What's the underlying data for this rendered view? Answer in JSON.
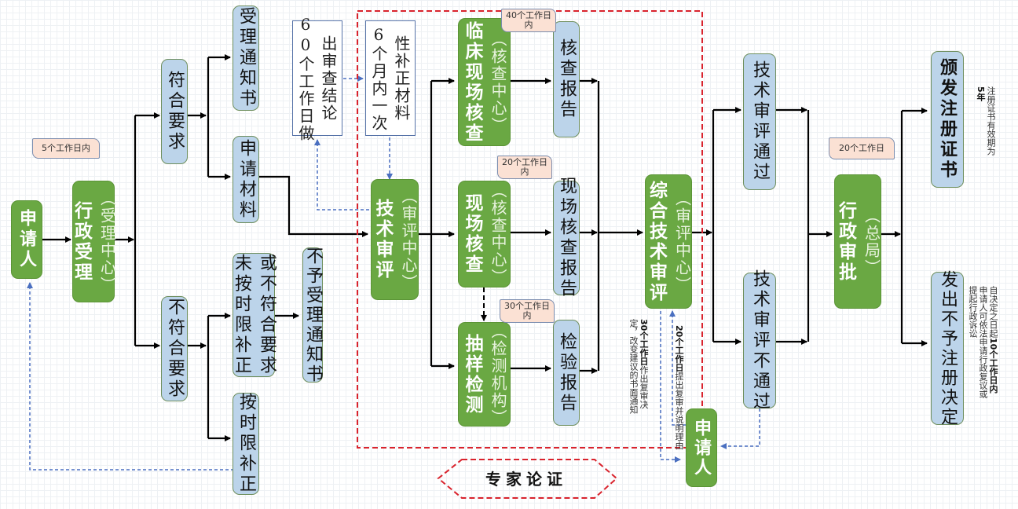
{
  "nodes": {
    "applicant_left": "申请人",
    "admin_accept": {
      "main": "行政受理",
      "sub": "（受理中心）"
    },
    "meets_req": "符合要求",
    "not_meets_req": "不符合要求",
    "accept_notice": "受理通知书",
    "application_materials": "申请材料",
    "not_supplemented": {
      "col1": "未按时限补正",
      "col2": "或不符合要求"
    },
    "supplemented_on_time": "按时限补正",
    "reject_notice": "不予受理通知书",
    "conclusion_60": {
      "col1": "60个工作日做",
      "col2": "出审查结论"
    },
    "supplement_6mo": {
      "col1": "6个月内一次",
      "col2": "性补正材料"
    },
    "tech_review": {
      "main": "技术审评",
      "sub": "（审评中心）"
    },
    "clinical_inspection": {
      "main": "临床现场核查",
      "sub": "（核查中心）"
    },
    "site_inspection": {
      "main": "现场核查",
      "sub": "（核查中心）"
    },
    "sampling_test": {
      "main": "抽样检测",
      "sub": "（检测机构）"
    },
    "inspection_report": "核查报告",
    "site_inspection_report": "现场核查报告",
    "test_report": "检验报告",
    "comprehensive_review": {
      "main": "综合技术审评",
      "sub": "（审评中心）"
    },
    "review_passed": "技术审评通过",
    "review_failed": "技术审评不通过",
    "admin_approval": {
      "main": "行政审批",
      "sub": "（总局）"
    },
    "issue_certificate": "颁发注册证书",
    "reject_registration": "发出不予注册决定",
    "applicant_right": "申请人",
    "expert_demo": "专家论证"
  },
  "tags": {
    "days_5": "5个工作日内",
    "days_40": "40个工作日内",
    "days_20_site": "20个工作日内",
    "days_30_test": "30个工作日内",
    "days_20_approval": "20个工作日"
  },
  "notes": {
    "cert_validity": {
      "col1": "注册证书有效期为",
      "col2_bold": "5年"
    },
    "reconsider_20": {
      "bold": "20个工作日",
      "text": "提出复审并说明理由"
    },
    "reconsider_30": {
      "bold": "30个工作日",
      "text1": "作出复审决",
      "text2": "定，改变建议的书面通知"
    },
    "appeal": {
      "col1a": "自决定之日起",
      "col1b": "10个工作日内",
      "col2": "申请人可依法申请行政复议或",
      "col3": "提起行政诉讼"
    }
  },
  "colors": {
    "green": "#6aa843",
    "blue": "#bcd4ea",
    "tag": "#fbe1d4",
    "red_dash": "#d9232d",
    "blue_dash": "#4a6fc0"
  }
}
